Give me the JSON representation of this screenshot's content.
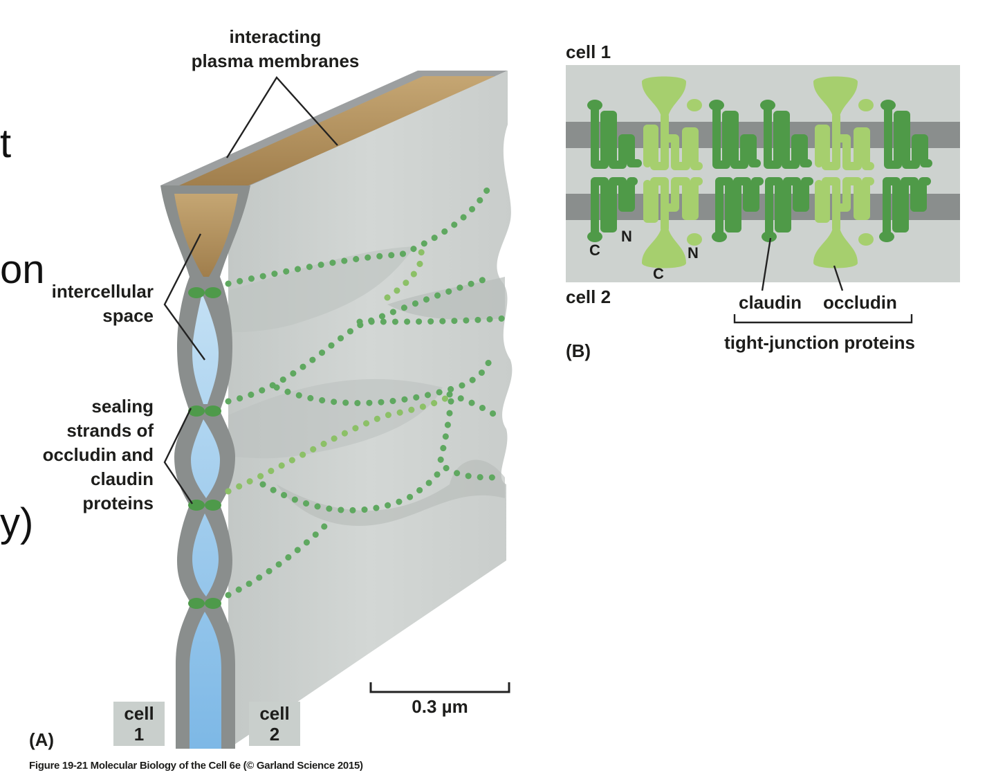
{
  "side_text_fragments": [
    "t",
    "on",
    "y)"
  ],
  "panel_a": {
    "letter": "(A)",
    "label_interacting": [
      "interacting",
      "plasma membranes"
    ],
    "label_intercellular": [
      "intercellular",
      "space"
    ],
    "label_sealing": [
      "sealing",
      "strands of",
      "occludin and",
      "claudin",
      "proteins"
    ],
    "cell1": [
      "cell",
      "1"
    ],
    "cell2": [
      "cell",
      "2"
    ],
    "scale_bar": "0.3 µm"
  },
  "panel_b": {
    "letter": "(B)",
    "cell1": "cell 1",
    "cell2": "cell 2",
    "terminal_c": "C",
    "terminal_n": "N",
    "claudin": "claudin",
    "occludin": "occludin",
    "group_label": "tight-junction proteins"
  },
  "caption": "Figure 19-21  Molecular Biology of the Cell 6e (© Garland Science 2015)",
  "colors": {
    "membrane_gray": "#8a8e8d",
    "cell_face": "#cfd3d1",
    "top_tan": "#b08d5c",
    "space_blue": "#aed3ee",
    "claudin_green": "#4f9a48",
    "occludin_green": "#a6cf6e",
    "panel_b_bg": "#cdd2cf"
  }
}
